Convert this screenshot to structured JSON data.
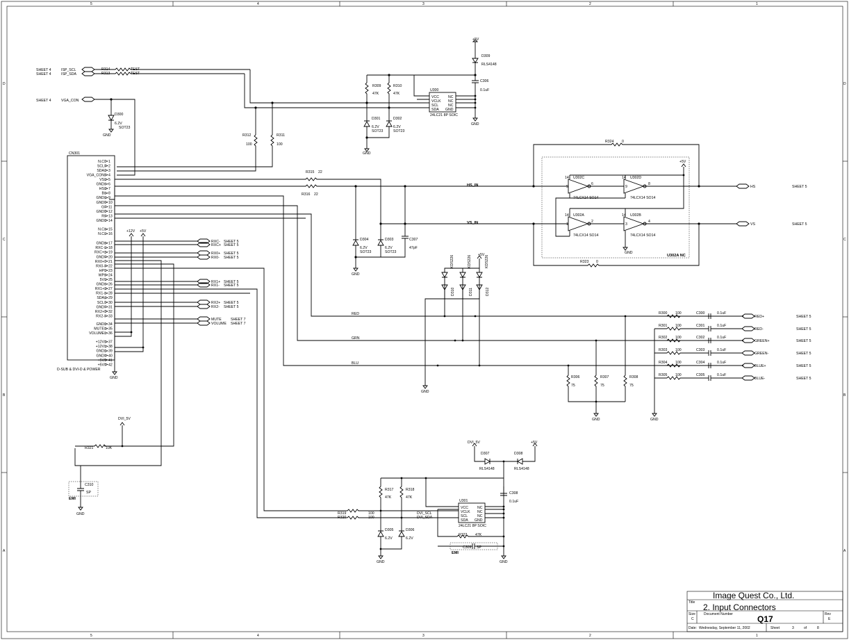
{
  "border": {
    "col_labels": [
      "5",
      "4",
      "3",
      "2",
      "1"
    ],
    "row_labels": [
      "D",
      "C",
      "B",
      "A"
    ]
  },
  "connector": {
    "ref": "CN301",
    "description": "D-SUB & DVI-D & POWER",
    "pins": [
      {
        "n": "1",
        "name": "N.C"
      },
      {
        "n": "2",
        "name": "SCL"
      },
      {
        "n": "3",
        "name": "SDA"
      },
      {
        "n": "4",
        "name": "VGA_CON"
      },
      {
        "n": "5",
        "name": "VS"
      },
      {
        "n": "6",
        "name": "GND"
      },
      {
        "n": "7",
        "name": "HS"
      },
      {
        "n": "8",
        "name": "B"
      },
      {
        "n": "9",
        "name": "GND"
      },
      {
        "n": "10",
        "name": "GND"
      },
      {
        "n": "11",
        "name": "G"
      },
      {
        "n": "12",
        "name": "GND"
      },
      {
        "n": "13",
        "name": "R"
      },
      {
        "n": "14",
        "name": "GND"
      },
      {
        "n": "15",
        "name": "N.C"
      },
      {
        "n": "16",
        "name": "N.C"
      },
      {
        "n": "17",
        "name": "GND"
      },
      {
        "n": "18",
        "name": "RXC-"
      },
      {
        "n": "19",
        "name": "RXC+"
      },
      {
        "n": "20",
        "name": "GND"
      },
      {
        "n": "21",
        "name": "RX0+"
      },
      {
        "n": "22",
        "name": "RX0-"
      },
      {
        "n": "23",
        "name": "HP"
      },
      {
        "n": "24",
        "name": "WP"
      },
      {
        "n": "25",
        "name": "5V"
      },
      {
        "n": "26",
        "name": "GND"
      },
      {
        "n": "27",
        "name": "RX1+"
      },
      {
        "n": "28",
        "name": "RX1-"
      },
      {
        "n": "29",
        "name": "SDA"
      },
      {
        "n": "30",
        "name": "SCL"
      },
      {
        "n": "31",
        "name": "GND"
      },
      {
        "n": "32",
        "name": "RX2+"
      },
      {
        "n": "33",
        "name": "RX2-"
      },
      {
        "n": "34",
        "name": "GND"
      },
      {
        "n": "35",
        "name": "MUTE"
      },
      {
        "n": "36",
        "name": "VOLUME"
      },
      {
        "n": "37",
        "name": "+12V"
      },
      {
        "n": "38",
        "name": "+12V"
      },
      {
        "n": "39",
        "name": "GND"
      },
      {
        "n": "40",
        "name": "GND"
      },
      {
        "n": "41",
        "name": "+5V"
      },
      {
        "n": "42",
        "name": "+5V"
      }
    ]
  },
  "labels": {
    "sheet4": "SHEET 4",
    "isp_scl": "ISP_SCL",
    "isp_sda": "ISP_SDA",
    "vga_con": "VGA_CON",
    "r314": "R314",
    "r313": "R313",
    "test": "TEST",
    "d300": "D300",
    "v62": "6.2V",
    "sot23": "SOT23",
    "gnd": "GND",
    "r312": "R312",
    "r311": "R311",
    "v100": "100",
    "r309": "R309",
    "r310": "R310",
    "k47": "47K",
    "u300": "U300",
    "eeprom": "24LC21 8P SOIC",
    "vcc": "VCC",
    "vclk": "VCLK",
    "scl": "SCL",
    "sda": "SDA",
    "nc": "NC",
    "p5v": "+5V",
    "d309": "D309",
    "rls": "RLS4148",
    "c306": "C306",
    "uf01": "0.1uF",
    "d301": "D301",
    "d302": "D302",
    "r315": "R315",
    "r316": "R316",
    "v22": "22",
    "hs_in": "HS_IN",
    "vs_in": "VS_IN",
    "d304": "D304",
    "d303": "D303",
    "c307": "C307",
    "pf47": "47pF",
    "r324": "R324",
    "r323": "R323",
    "zero": "0",
    "u302c": "U302C",
    "u302d": "U302D",
    "u302a": "U302A",
    "u302b": "U302B",
    "lcx": "74LCX14 SO14",
    "u302a_nc": "U302A NC",
    "hs": "HS",
    "vs": "VS",
    "sheet5": "SHEET 5",
    "sheet7": "SHEET 7",
    "p12v": "+12V",
    "rxc_m": "RXC-",
    "rxc_p": "RXC+",
    "rx0_p": "RX0+",
    "rx0_m": "RX0-",
    "rx1_p": "RX1+",
    "rx1_m": "RX1-",
    "rx2_p": "RX2+",
    "rx2_m": "RX2-",
    "mute": "MUTE",
    "volume": "VOLUME",
    "kbs": "KDS226",
    "d310": "D310",
    "d311": "D311",
    "d312": "D312",
    "red": "RED",
    "grn": "GRN",
    "blu": "BLU",
    "r300": "R300",
    "r301": "R301",
    "r302": "R302",
    "r303": "R303",
    "r304": "R304",
    "r305": "R305",
    "c300": "C300",
    "c301": "C301",
    "c302": "C302",
    "c303": "C303",
    "c304": "C304",
    "c305": "C305",
    "red_p": "RED+",
    "red_m": "RED-",
    "green_p": "GREEN+",
    "green_m": "GREEN-",
    "blue_p": "BLUE+",
    "blue_m": "BLUE-",
    "r306": "R306",
    "r307": "R307",
    "r308": "R308",
    "v75": "75",
    "dvi_5v": "DVI_5V",
    "r321": "R321",
    "k10": "10K",
    "c310": "C310",
    "sp": "SP",
    "emi": "EMI",
    "d307": "D307",
    "d308": "D308",
    "r317": "R317",
    "r318": "R318",
    "u301": "U301",
    "c308": "C308",
    "r319": "R319",
    "r320": "R320",
    "dvi_scl": "DVI_SCL",
    "dvi_sda": "DVI_SDA",
    "d305": "D305",
    "d306": "D306",
    "r322": "R322",
    "c309": "C309"
  },
  "title_block": {
    "company": "Image Quest Co., Ltd.",
    "title_label": "Title",
    "title": "2. Input Connectors",
    "size_label": "Size",
    "size": "C",
    "docnum_label": "Document Number",
    "docnum": "Q17",
    "rev_label": "Rev",
    "rev": "E",
    "date_label": "Date:",
    "date": "Wednesday, September 11, 2002",
    "sheet_label": "Sheet",
    "sheet": "3",
    "of_label": "of",
    "of": "8"
  }
}
